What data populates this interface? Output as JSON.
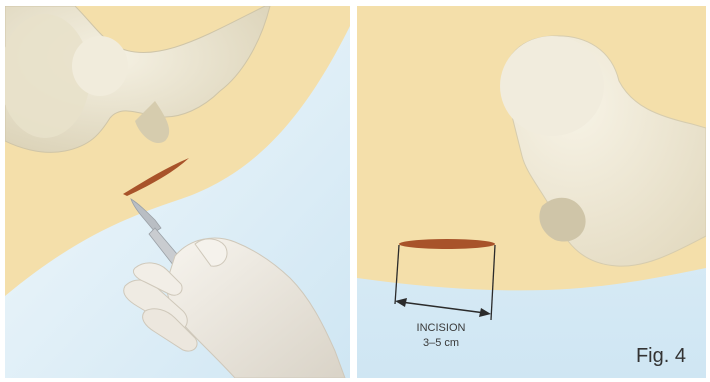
{
  "colors": {
    "skin": "#f4dfaa",
    "skin_edge": "#e7cf97",
    "background_blue": "#cfe6f3",
    "background_light": "#eef6fb",
    "bone": "#ece6d2",
    "bone_shadow": "#cfc5a8",
    "incision": "#a8532a",
    "glove": "#efebe3",
    "glove_shadow": "#d8d2c6",
    "scalpel": "#c9ccd0",
    "line_dark": "#2b2b2b"
  },
  "left_panel": {
    "icons": [
      "femur-bone-icon",
      "scalpel-icon",
      "gloved-hand-icon",
      "incision-mark-icon"
    ]
  },
  "right_panel": {
    "incision_label": "INCISION",
    "incision_size": "3–5 cm",
    "icons": [
      "femur-bone-icon",
      "incision-mark-icon",
      "measurement-arrow-icon"
    ]
  },
  "figure_label": "Fig. 4"
}
